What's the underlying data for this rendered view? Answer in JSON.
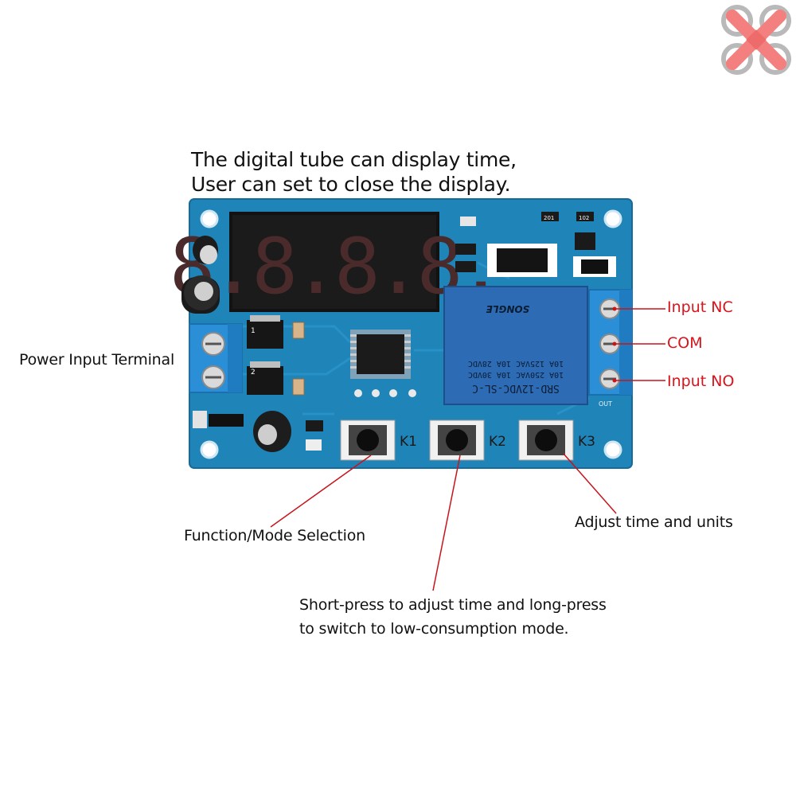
{
  "headline": {
    "line1": "The digital tube can display time,",
    "line2": "User can set to close the display."
  },
  "labels": {
    "power_input": "Power Input Terminal",
    "input_nc": "Input NC",
    "com": "COM",
    "input_no": "Input NO",
    "k1_function": "Function/Mode Selection",
    "k3_adjust": "Adjust time and units",
    "k2_line1": "Short-press to adjust time and long-press",
    "k2_line2": "to switch to low-consumption mode."
  },
  "board": {
    "display_digits": "8.8.8.8.",
    "button_labels": [
      "K1",
      "K2",
      "K3"
    ],
    "relay_text": [
      "SRD-12VDC-SL-C",
      "10A 250VAC 10A 30VDC",
      "10A 125VAC 10A 28VDC"
    ],
    "relay_brand": "SONGLE",
    "out_label": "OUT",
    "smd_labels": [
      "201",
      "102"
    ],
    "regulator_marks": [
      "1",
      "2"
    ]
  },
  "colors": {
    "pcb": "#1f84b8",
    "relay": "#2d6bb5",
    "terminal": "#2a8fd6",
    "callout": "#c8141b"
  },
  "logo": {
    "name": "quadcopter-logo"
  }
}
